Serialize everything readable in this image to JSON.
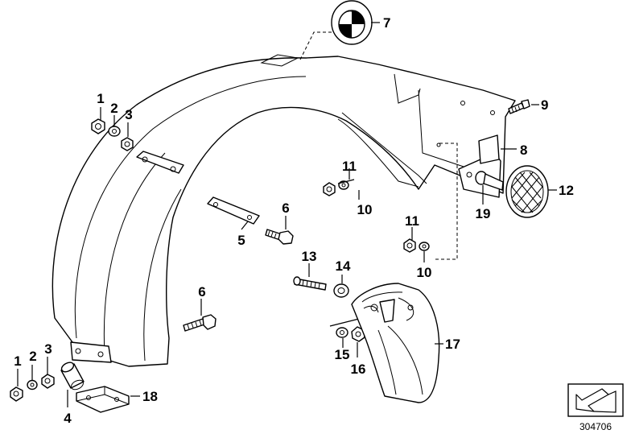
{
  "labels": [
    "1",
    "2",
    "3",
    "1",
    "2",
    "3",
    "4",
    "5",
    "6",
    "6",
    "7",
    "8",
    "9",
    "10",
    "10",
    "11",
    "11",
    "12",
    "13",
    "14",
    "15",
    "16",
    "17",
    "18",
    "19"
  ],
  "diagram_code": "304706",
  "icons": {
    "emblem": "bmw-roundel-icon",
    "corner": "arrow-corner-icon"
  },
  "colors": {
    "ink": "#000000",
    "paper": "#ffffff"
  }
}
